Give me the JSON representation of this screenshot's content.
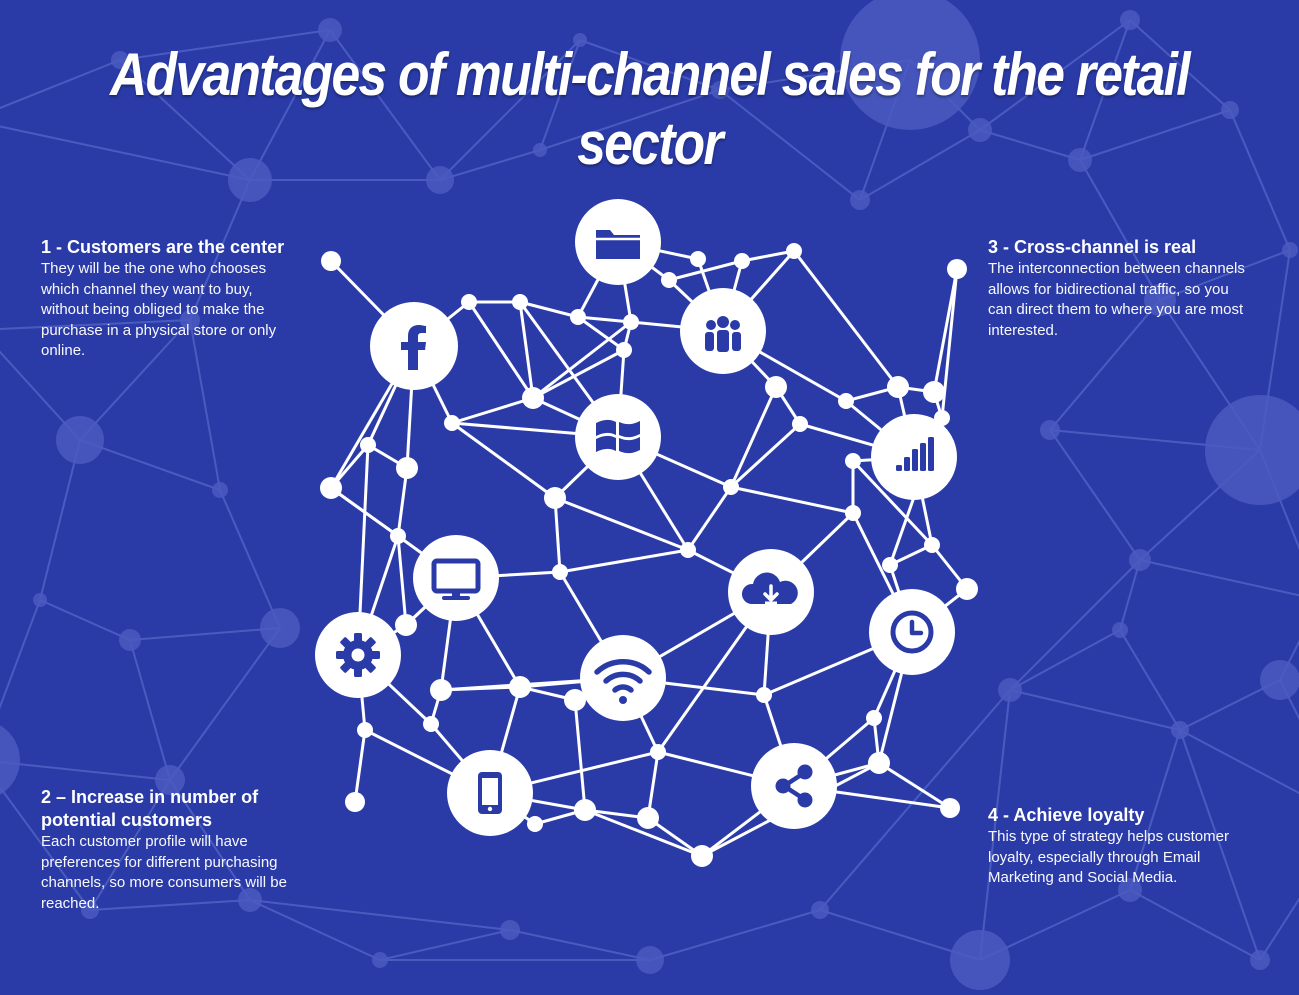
{
  "title": "Advantages of multi-channel sales for the retail sector",
  "colors": {
    "background": "#2a3ba8",
    "background_network": "#4a5bc0",
    "network": "#ffffff",
    "icon": "#2a3ba8"
  },
  "advantages": [
    {
      "heading": "1 - Customers are the center",
      "lines": [
        "They will be the one who chooses",
        "which channel they want to buy,",
        "without being obliged to make the",
        "purchase in a physical store or only",
        "online."
      ]
    },
    {
      "heading_lines": [
        "2 – Increase in number of",
        "potential customers"
      ],
      "lines": [
        "Each customer profile will have",
        "preferences for different purchasing",
        "channels, so more consumers will be",
        "reached."
      ]
    },
    {
      "heading": "3 - Cross-channel is real",
      "lines": [
        "The interconnection between channels",
        "allows for bidirectional traffic, so you",
        "can direct them to where you are most",
        "interested."
      ]
    },
    {
      "heading": "4 - Achieve loyalty",
      "lines": [
        "This type of strategy helps customer",
        "loyalty, especially through Email",
        "Marketing and Social Media."
      ]
    }
  ],
  "channel_icons": [
    "folder-icon",
    "facebook-icon",
    "group-icon",
    "windows-icon",
    "bar-chart-icon",
    "monitor-icon",
    "cloud-download-icon",
    "settings-icon",
    "clock-icon",
    "wifi-icon",
    "smartphone-icon",
    "share-icon"
  ]
}
